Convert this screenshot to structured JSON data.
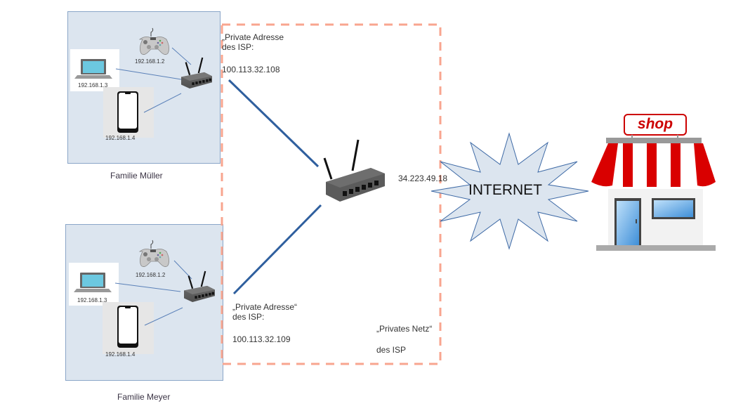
{
  "families": [
    {
      "name": "Familie Müller",
      "devices": {
        "gamepad_ip": "192.168.1.2",
        "laptop_ip": "192.168.1.3",
        "phone_ip": "192.168.1.4"
      },
      "isp_address": {
        "line1": "„Private Adresse",
        "line2": "des ISP:",
        "ip": "100.113.32.108"
      }
    },
    {
      "name": "Familie Meyer",
      "devices": {
        "gamepad_ip": "192.168.1.2",
        "laptop_ip": "192.168.1.3",
        "phone_ip": "192.168.1.4"
      },
      "isp_address": {
        "line1": "„Private Adresse“",
        "line2": "des ISP:",
        "ip": "100.113.32.109"
      }
    }
  ],
  "isp_network": {
    "line1": "„Privates Netz“",
    "line2": "des ISP"
  },
  "isp_router": {
    "public_ip": "34.223.49.18"
  },
  "internet": {
    "label": "INTERNET"
  },
  "shop": {
    "sign": "shop"
  },
  "colors": {
    "family_box_fill": "#dce5ef",
    "family_box_border": "#8aa6c8",
    "isp_dashed_border": "#f8a58f",
    "link_line": "#2f5f9e",
    "thin_link": "#5a80b8",
    "internet_fill": "#dce5ef",
    "shop_red": "#d90000"
  }
}
